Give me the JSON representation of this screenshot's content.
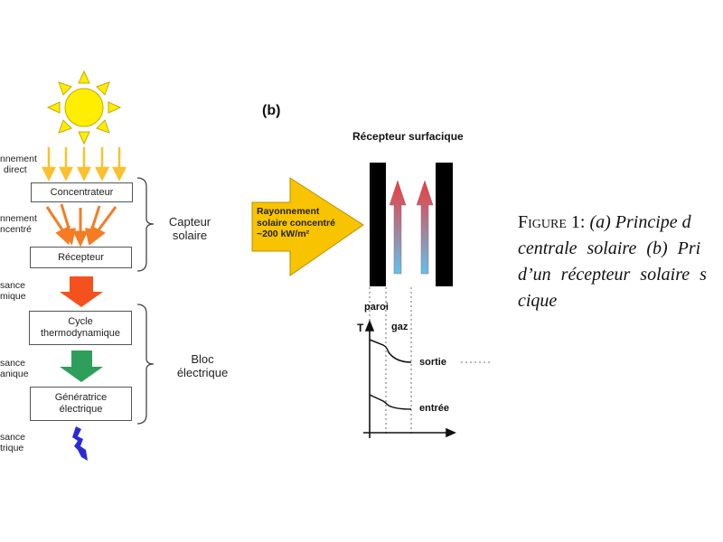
{
  "panel_a": {
    "left_labels": {
      "direct": [
        "nnement",
        "direct"
      ],
      "concentre": [
        "nnement",
        "ncentré"
      ],
      "thermique": [
        "sance",
        "mique"
      ],
      "mecanique": [
        "sance",
        "anique"
      ],
      "electrique": [
        "sance",
        "trique"
      ]
    },
    "boxes": {
      "concentrateur": "Concentrateur",
      "recepteur": "Récepteur",
      "cycle_1": "Cycle",
      "cycle_2": "thermodynamique",
      "generatrice_1": "Génératrice",
      "generatrice_2": "électrique"
    },
    "groups": {
      "capteur_1": "Capteur",
      "capteur_2": "solaire",
      "bloc_1": "Bloc",
      "bloc_2": "électrique"
    },
    "colors": {
      "sun": "#ffee00",
      "direct_rays": "#fbc02d",
      "concentrated_rays": "#f57c22",
      "thermal_arrow": "#f4511e",
      "mechanical_arrow": "#2e9e5b",
      "lightning": "#2b2bd6"
    }
  },
  "panel_b": {
    "label": "(b)",
    "title": "Récepteur surfacique",
    "arrow_text": [
      "Rayonnement",
      "solaire concentré",
      "~200 kW/m²"
    ],
    "arrow_color": "#f8c300",
    "graph": {
      "y_axis": "T",
      "zone_paroi": "paroi",
      "zone_gaz": "gaz",
      "curve_sortie": "sortie",
      "curve_entree": "entrée"
    }
  },
  "caption": {
    "label": "Figure 1:",
    "lines": [
      "(a) Principe d",
      "centrale solaire (b) Pri",
      "d’un récepteur solaire s",
      "cique"
    ]
  }
}
